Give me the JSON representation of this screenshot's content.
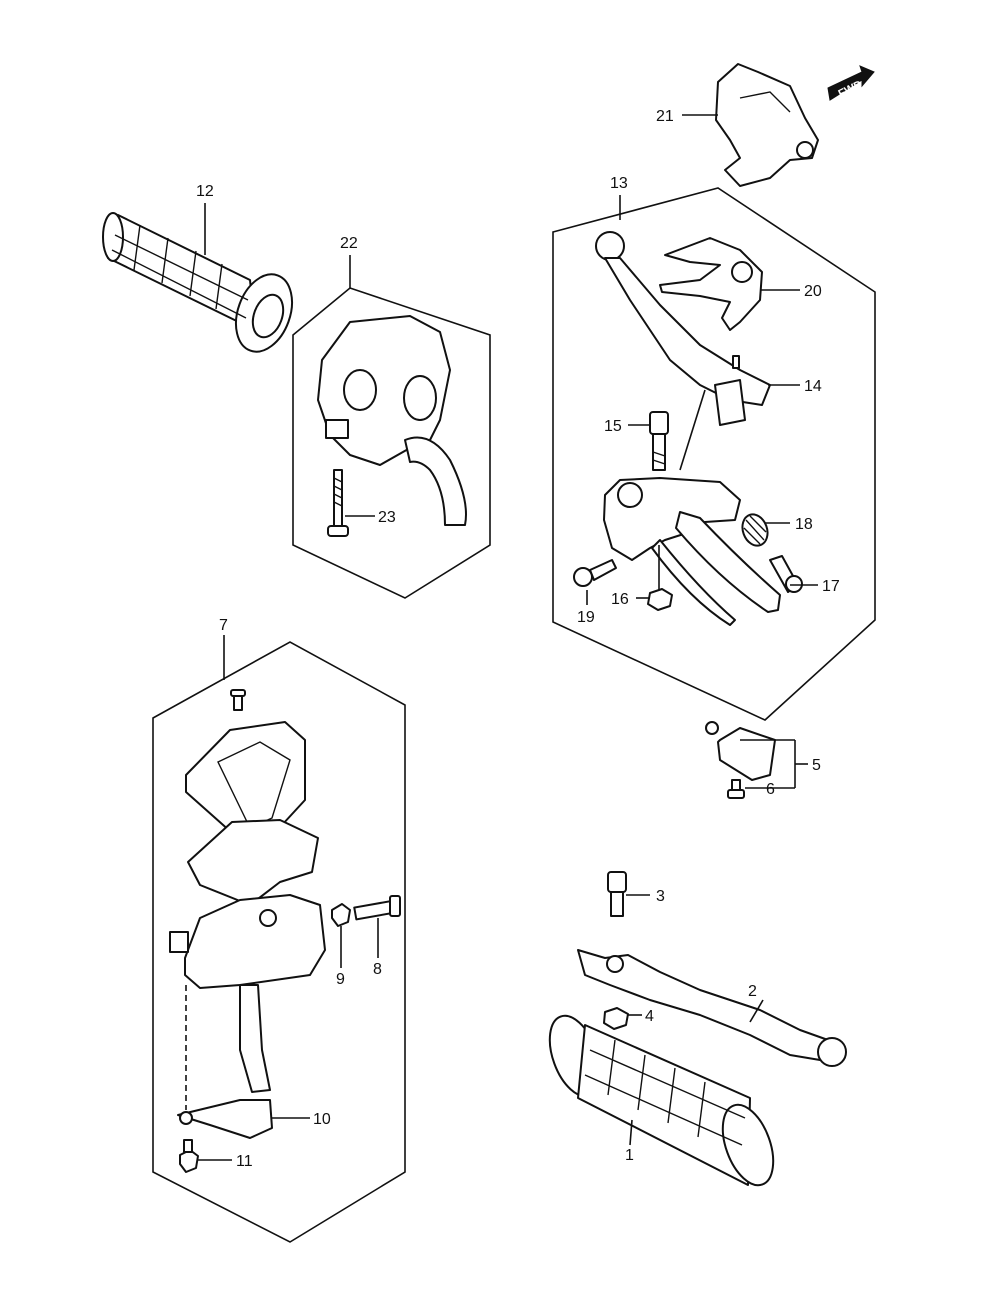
{
  "diagram": {
    "fwd_label": "FWD",
    "callouts": {
      "c1": "1",
      "c2": "2",
      "c3": "3",
      "c4": "4",
      "c5": "5",
      "c6": "6",
      "c7": "7",
      "c8": "8",
      "c9": "9",
      "c10": "10",
      "c11": "11",
      "c12": "12",
      "c13": "13",
      "c14": "14",
      "c15": "15",
      "c16": "16",
      "c17": "17",
      "c18": "18",
      "c19": "19",
      "c20": "20",
      "c21": "21",
      "c22": "22",
      "c23": "23"
    }
  }
}
